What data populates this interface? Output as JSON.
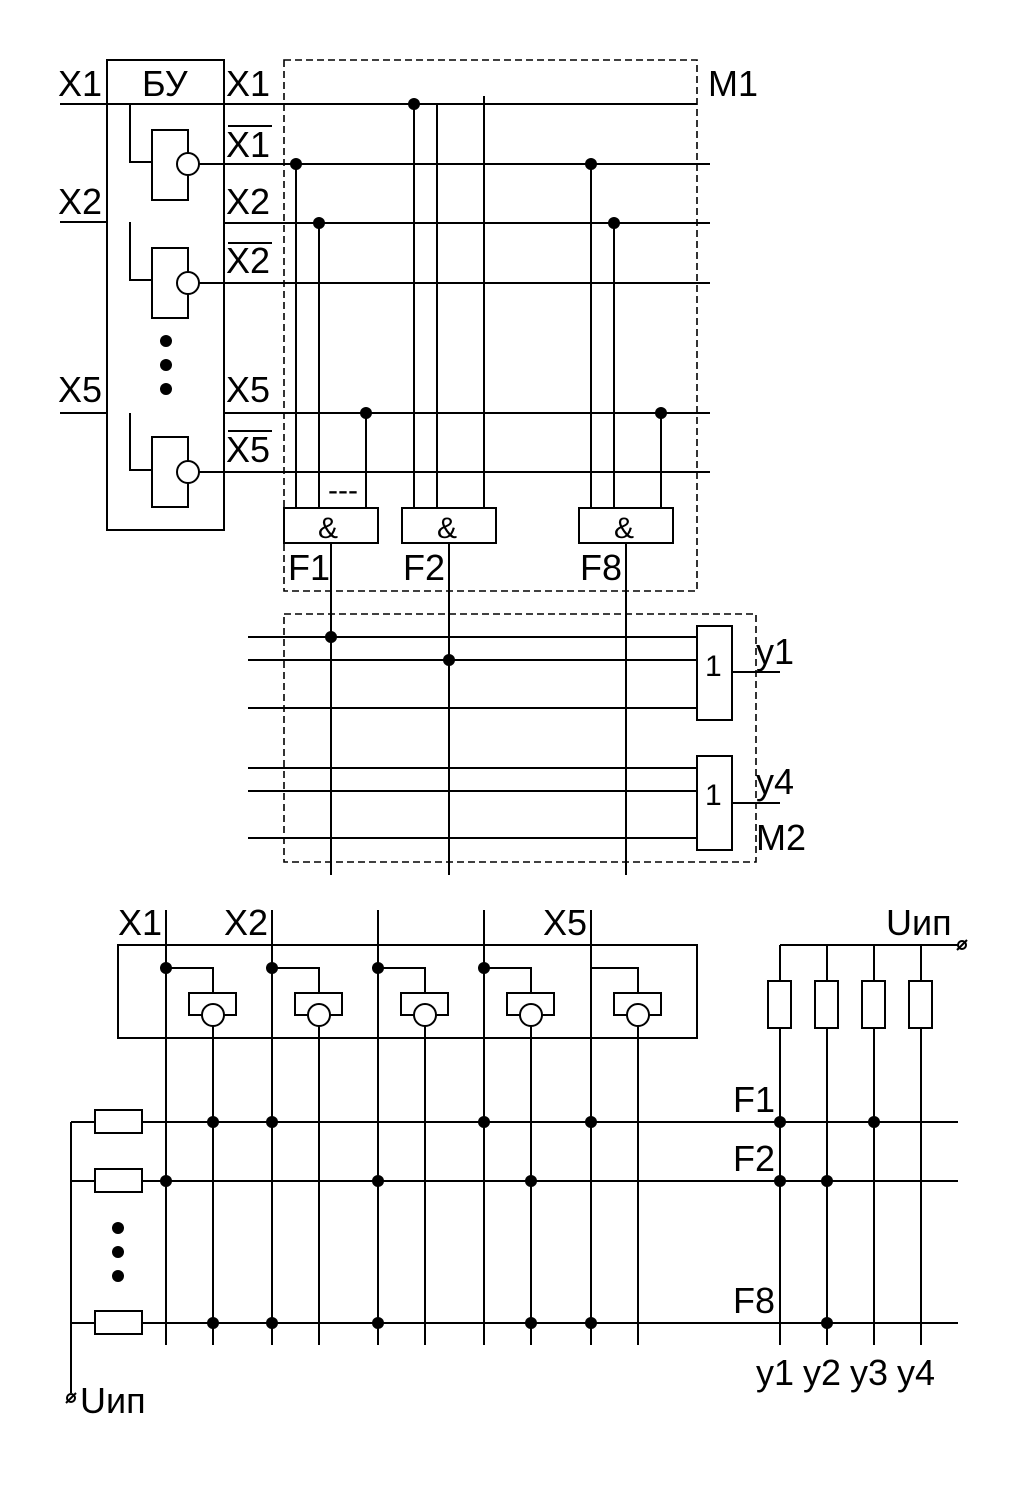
{
  "top": {
    "inputs": [
      "X1",
      "X2",
      "X5"
    ],
    "bu_label": "БУ",
    "outputs": [
      "X1",
      "X1",
      "X2",
      "X2",
      "X5",
      "X5"
    ],
    "m1_label": "M1",
    "gate_symbol": "&",
    "gate_ellipsis": "---",
    "gates": [
      "F1",
      "F2",
      "F8"
    ]
  },
  "middle": {
    "or_symbol": "1",
    "or_outputs": [
      "y1",
      "y4"
    ],
    "m2_label": "M2"
  },
  "bottom": {
    "inputs": [
      "X1",
      "X2",
      "X5"
    ],
    "supply_label": "Uип",
    "rows": [
      "F1",
      "F2",
      "F8"
    ],
    "outputs": [
      "y1",
      "y2",
      "y3",
      "y4"
    ],
    "supply_label_bottom": "Uип"
  }
}
